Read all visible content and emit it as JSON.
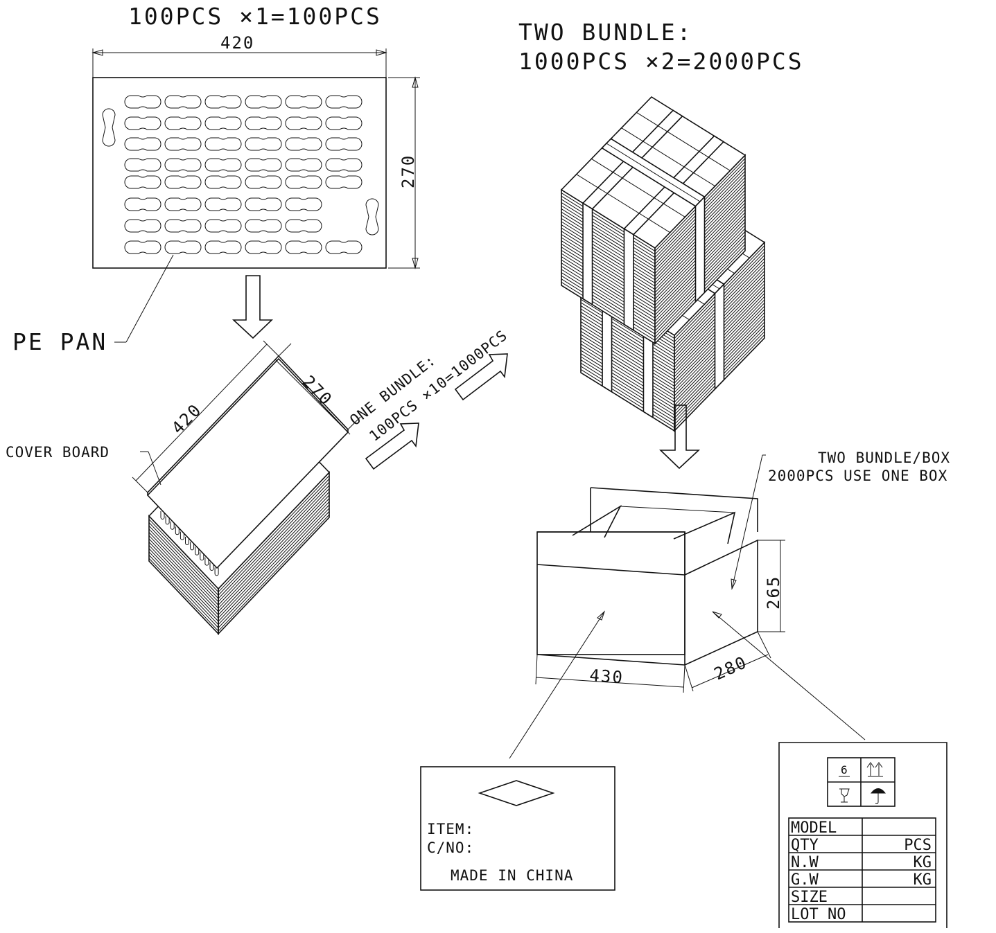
{
  "labels": {
    "pan_qty": "100PCS ×1=100PCS",
    "two_bundle_title": "TWO BUNDLE:",
    "two_bundle_qty": "1000PCS ×2=2000PCS",
    "pe_pan": "PE PAN",
    "cover_board": "COVER BOARD",
    "one_bundle_title": "ONE BUNDLE:",
    "one_bundle_qty": "100PCS ×10=1000PCS",
    "box_note_1": "TWO BUNDLE/BOX",
    "box_note_2": "2000PCS USE ONE BOX"
  },
  "dimensions": {
    "pan_width": "420",
    "pan_height": "270",
    "stack_length": "420",
    "stack_width": "270",
    "box_length": "430",
    "box_width": "280",
    "box_height": "265"
  },
  "front_label": {
    "item": "ITEM:",
    "carton_no": "C/NO:",
    "origin": "MADE IN CHINA"
  },
  "side_label": {
    "symbols": [
      "6",
      "↑↑",
      "glass",
      "umbrella"
    ],
    "rows": [
      {
        "key": "MODEL",
        "value": ""
      },
      {
        "key": "QTY",
        "value": "PCS"
      },
      {
        "key": "N.W",
        "value": "KG"
      },
      {
        "key": "G.W",
        "value": "KG"
      },
      {
        "key": "SIZE",
        "value": ""
      },
      {
        "key": "LOT NO",
        "value": ""
      }
    ]
  }
}
